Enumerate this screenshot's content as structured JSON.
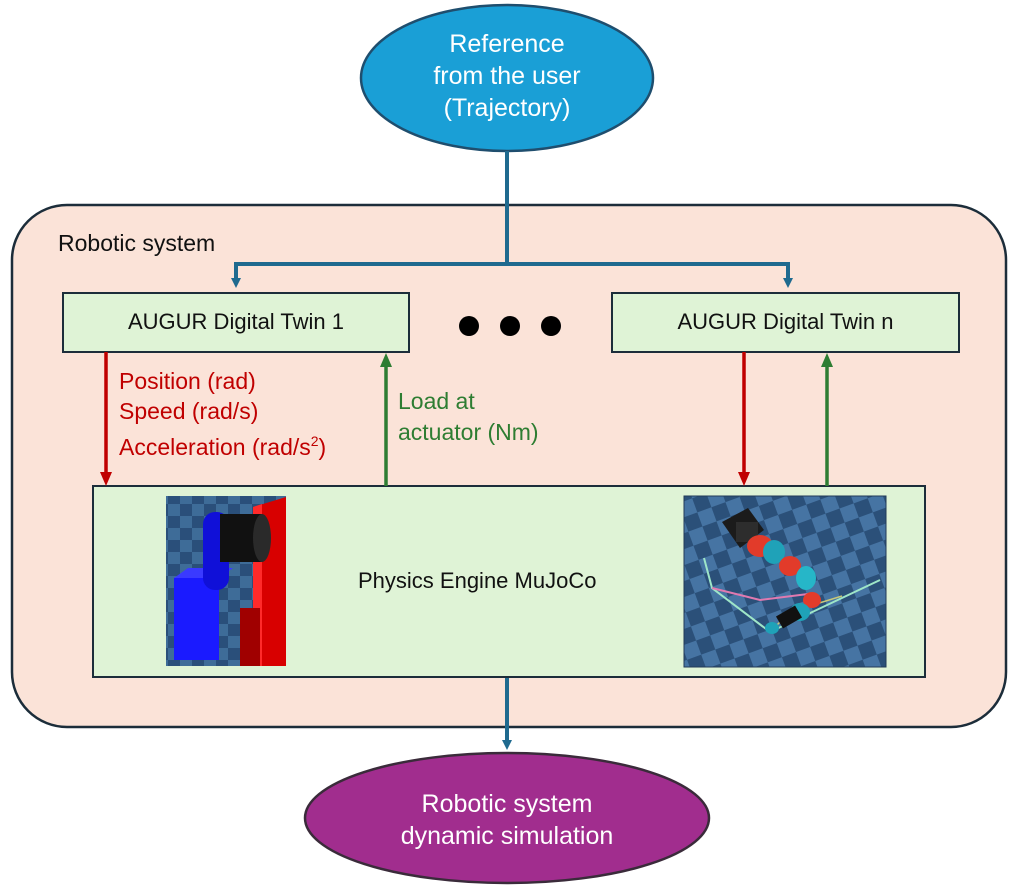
{
  "top_node": {
    "lines": [
      "Reference",
      "from the user",
      "(Trajectory)"
    ]
  },
  "system": {
    "label": "Robotic system"
  },
  "twins": {
    "first": "AUGUR Digital Twin 1",
    "last": "AUGUR Digital Twin n",
    "ellipsis": "• • •"
  },
  "outputs": {
    "lines": [
      "Position (rad)",
      "Speed (rad/s)",
      "Acceleration (rad/s",
      "2",
      ")"
    ]
  },
  "feedback": {
    "lines": [
      "Load at",
      "actuator (Nm)"
    ]
  },
  "engine": {
    "label": "Physics Engine MuJoCo"
  },
  "bottom_node": {
    "lines": [
      "Robotic system",
      "dynamic simulation"
    ]
  },
  "colors": {
    "top_ellipse": "#1a9fd6",
    "bottom_ellipse": "#a12d8e",
    "system_fill": "#fbe3d8",
    "box_fill": "#dff3d6",
    "flow_arrow": "#1f6a8f",
    "output_arrow": "#c00000",
    "feedback_arrow": "#2e7d32"
  }
}
